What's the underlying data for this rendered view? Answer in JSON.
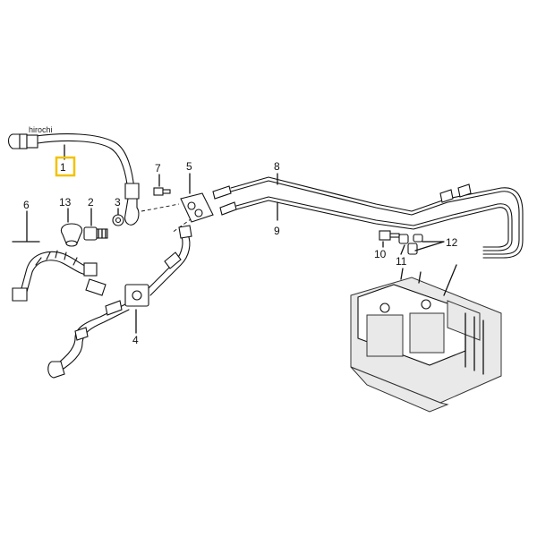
{
  "watermark": "hirochi",
  "callouts": [
    {
      "id": "1",
      "label": "1",
      "highlighted": true
    },
    {
      "id": "2",
      "label": "2"
    },
    {
      "id": "3",
      "label": "3"
    },
    {
      "id": "4",
      "label": "4"
    },
    {
      "id": "5",
      "label": "5"
    },
    {
      "id": "6",
      "label": "6"
    },
    {
      "id": "7",
      "label": "7"
    },
    {
      "id": "8",
      "label": "8"
    },
    {
      "id": "9",
      "label": "9"
    },
    {
      "id": "10",
      "label": "10"
    },
    {
      "id": "11",
      "label": "11"
    },
    {
      "id": "12",
      "label": "12"
    },
    {
      "id": "13",
      "label": "13"
    }
  ],
  "colors": {
    "highlight": "#f2c200",
    "line": "#111111",
    "background": "#ffffff"
  }
}
